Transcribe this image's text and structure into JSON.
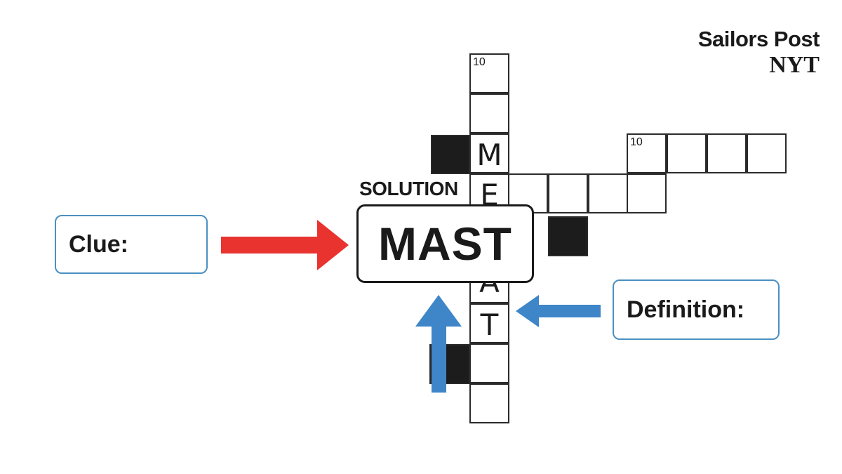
{
  "brand": {
    "line1": "Sailors Post",
    "line2": "NYT"
  },
  "labels": {
    "clue": "Clue:",
    "definition": "Definition:",
    "solution_label": "SOLUTION",
    "solution": "MAST"
  },
  "grid": {
    "vertical_number": "10",
    "horizontal_number": "10",
    "letters": {
      "m": "M",
      "e": "E",
      "a": "A",
      "t": "T"
    }
  },
  "colors": {
    "red_arrow": "#e8332f",
    "blue_arrow": "#3e86c8",
    "box_border": "#4a90c2"
  },
  "icons": {
    "clue_arrow": "arrow-right-icon",
    "definition_arrow": "arrow-left-icon",
    "up_arrow": "arrow-up-icon"
  }
}
